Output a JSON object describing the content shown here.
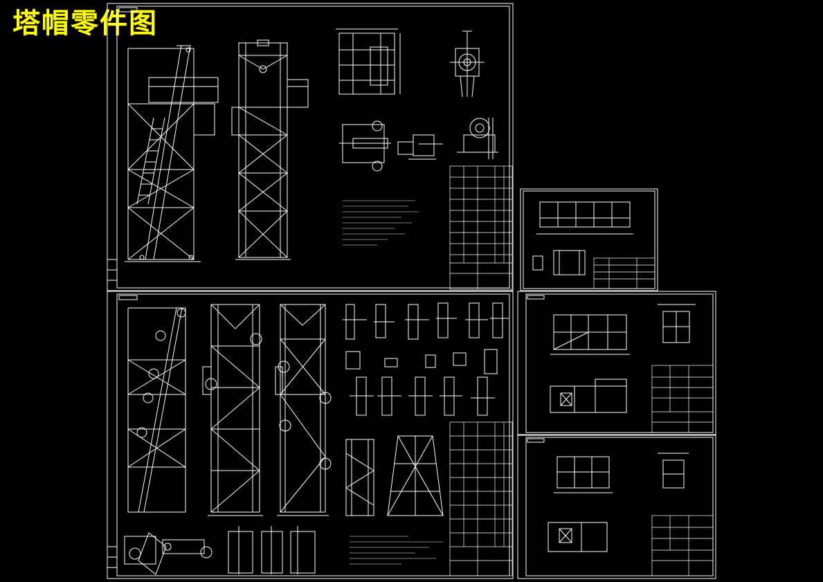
{
  "title": "塔帽零件图",
  "colors": {
    "background": "#000000",
    "line": "#ffffff",
    "title": "#ffff00"
  },
  "sheets": [
    {
      "id": "sheet-main-assembly"
    },
    {
      "id": "sheet-small-frame"
    },
    {
      "id": "sheet-truss-members"
    },
    {
      "id": "sheet-platform-a"
    },
    {
      "id": "sheet-platform-b"
    }
  ]
}
